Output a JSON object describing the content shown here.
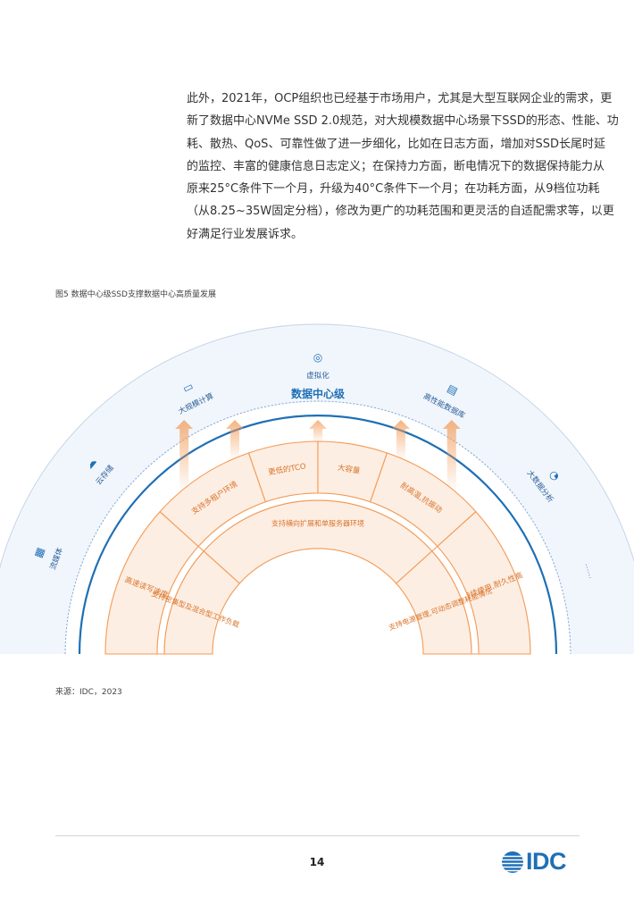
{
  "paragraph_lines": [
    "此外，2021年，OCP组织也已经基于市场用户，尤其是大型互联网企业的需求，更",
    "新了数据中心NVMe SSD 2.0规范，对大规模数据中心场景下SSD的形态、性能、功",
    "耗、散热、QoS、可靠性做了进一步细化，比如在日志方面，增加对SSD长尾时延",
    "的监控、丰富的健康信息日志定义；在保持力方面，断电情况下的数据保持能力从",
    "原来25°C条件下一个月，升级为40°C条件下一个月；在功耗方面，从9档位功耗",
    "（从8.25~35W固定分档），修改为更广的功耗范围和更灵活的自适配需求等，以更",
    "好满足行业发展诉求。"
  ],
  "figure": {
    "title": "图5 数据中心级SSD支撑数据中心高质量发展",
    "center_label": "数据中心级",
    "applications": [
      {
        "label": "流媒体",
        "icon": "film-icon"
      },
      {
        "label": "云存储",
        "icon": "cloud-storage-icon"
      },
      {
        "label": "大规模计算",
        "icon": "monitor-icon"
      },
      {
        "label": "虚拟化",
        "icon": "virtualization-icon"
      },
      {
        "label": "高性能数据库",
        "icon": "database-icon"
      },
      {
        "label": "大数据分析",
        "icon": "analytics-icon"
      }
    ],
    "more_indicator": "……",
    "outer_ring": [
      "高速读写速度",
      "支持多租户环境",
      "更低的TCO",
      "大容量",
      "耐高温,抗振动",
      "可持续使用,耐久性高"
    ],
    "inner_ring": [
      "支持密集型及混合型工作负载",
      "支持横向扩展和单服务器环境",
      "支持电源管理,可动态调整耗能情况"
    ],
    "colors": {
      "orange": "#f39a55",
      "orange_fill": "#fdeee3",
      "blue": "#1f6fb5",
      "band": "#f1f6fc"
    }
  },
  "source": "来源：IDC，2023",
  "page_number": "14",
  "logo": {
    "text": "IDC",
    "icon": "globe-icon"
  }
}
